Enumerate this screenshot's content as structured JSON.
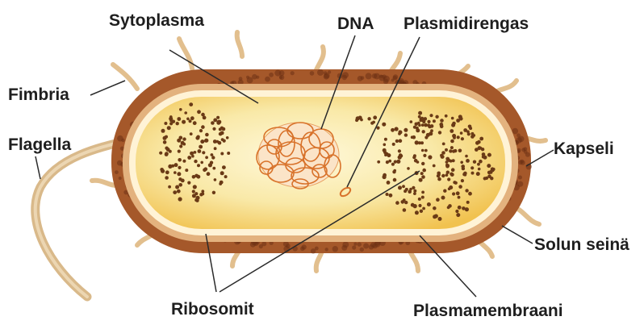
{
  "labels": {
    "sytoplasma": "Sytoplasma",
    "dna": "DNA",
    "plasmidirengas": "Plasmidirengas",
    "fimbria": "Fimbria",
    "flagella": "Flagella",
    "kapseli": "Kapseli",
    "solun_seina": "Solun seinä",
    "ribosomit": "Ribosomit",
    "plasmamembraani": "Plasmamembraani"
  },
  "colors": {
    "capsule": "#a5582a",
    "capsule_dots": "#6e3214",
    "wall": "#e3b27e",
    "membrane": "#fff3d6",
    "cytoplasm": "#f8e7a6",
    "cytoplasm_edge": "#f1c24f",
    "dna": "#d8722a",
    "ribosome": "#6a3a16",
    "appendage": "#e2bf8e",
    "leader": "#2a2a2a"
  }
}
